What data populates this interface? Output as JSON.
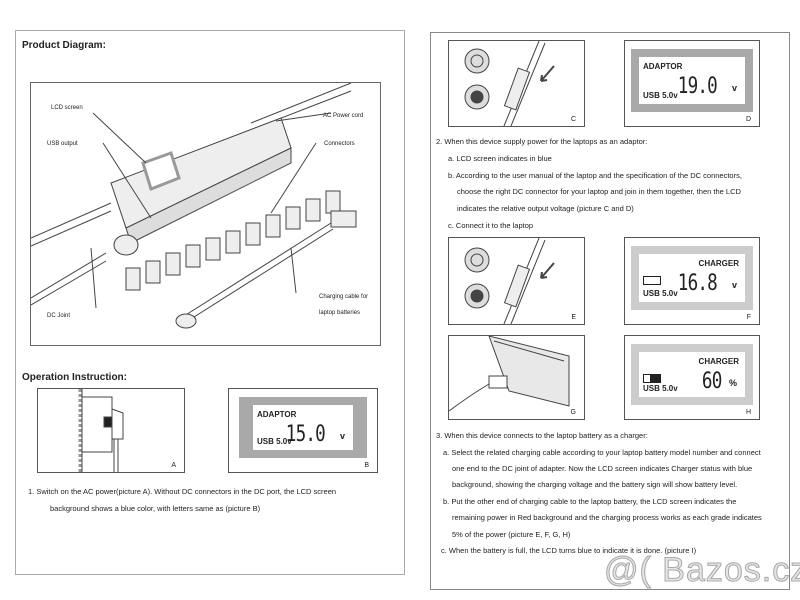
{
  "left": {
    "product_title": "Product Diagram:",
    "diagram_labels": {
      "lcd": "LCD screen",
      "usb": "USB output",
      "ac": "AC Power cord",
      "connectors": "Connectors",
      "charging1": "Charging cable for",
      "charging2": "laptop batteries",
      "dc": "DC Joint"
    },
    "operation_title": "Operation Instruction:",
    "pic_a": "A",
    "pic_b": {
      "label": "B",
      "mode": "ADAPTOR",
      "value": "15.0",
      "unit": "v",
      "usb": "USB 5.0v"
    },
    "step1_line1": "1.   Switch on the AC power(picture A). Without DC connectors in the DC port, the LCD screen",
    "step1_line2": "background shows a blue color, with letters same as (picture B)"
  },
  "right": {
    "pic_c": "C",
    "pic_d": {
      "label": "D",
      "mode": "ADAPTOR",
      "value": "19.0",
      "unit": "v",
      "usb": "USB 5.0v"
    },
    "step2": "2. When this device supply power for the laptops as an adaptor:",
    "step2a": "a. LCD screen indicates in blue",
    "step2b1": "b. According to the user manual of the laptop and the specification of the DC connectors,",
    "step2b2": "choose the right DC connector for your laptop and join in them together, then the LCD",
    "step2b3": "indicates the relative output voltage (picture C and D)",
    "step2c": "c. Connect it to the laptop",
    "pic_e": "E",
    "pic_f": {
      "label": "F",
      "mode": "CHARGER",
      "value": "16.8",
      "unit": "v",
      "usb": "USB 5.0v",
      "battery_level": 0
    },
    "pic_g": "G",
    "pic_h": {
      "label": "H",
      "mode": "CHARGER",
      "value": "60",
      "unit": "%",
      "usb": "USB 5.0v",
      "battery_level": 0.6
    },
    "step3": "3. When this device connects to the laptop battery as a charger:",
    "step3a1": "a. Select the related charging cable according to your laptop battery model number and connect",
    "step3a2": "one end to the DC joint of adapter. Now the LCD screen indicates Charger status with blue",
    "step3a3": "background, showing the charging voltage and the battery sign will show battery level.",
    "step3b1": "b. Put the other end of charging cable to the laptop battery, the LCD screen indicates the",
    "step3b2": "remaining power in Red background and the charging process works as each grade indicates",
    "step3b3": "5% of the power (picture E, F, G, H)",
    "step3c": "c. When the battery is full, the LCD turns blue to indicate it is done. (picture I)"
  },
  "watermark": "@( Bazos.cz"
}
